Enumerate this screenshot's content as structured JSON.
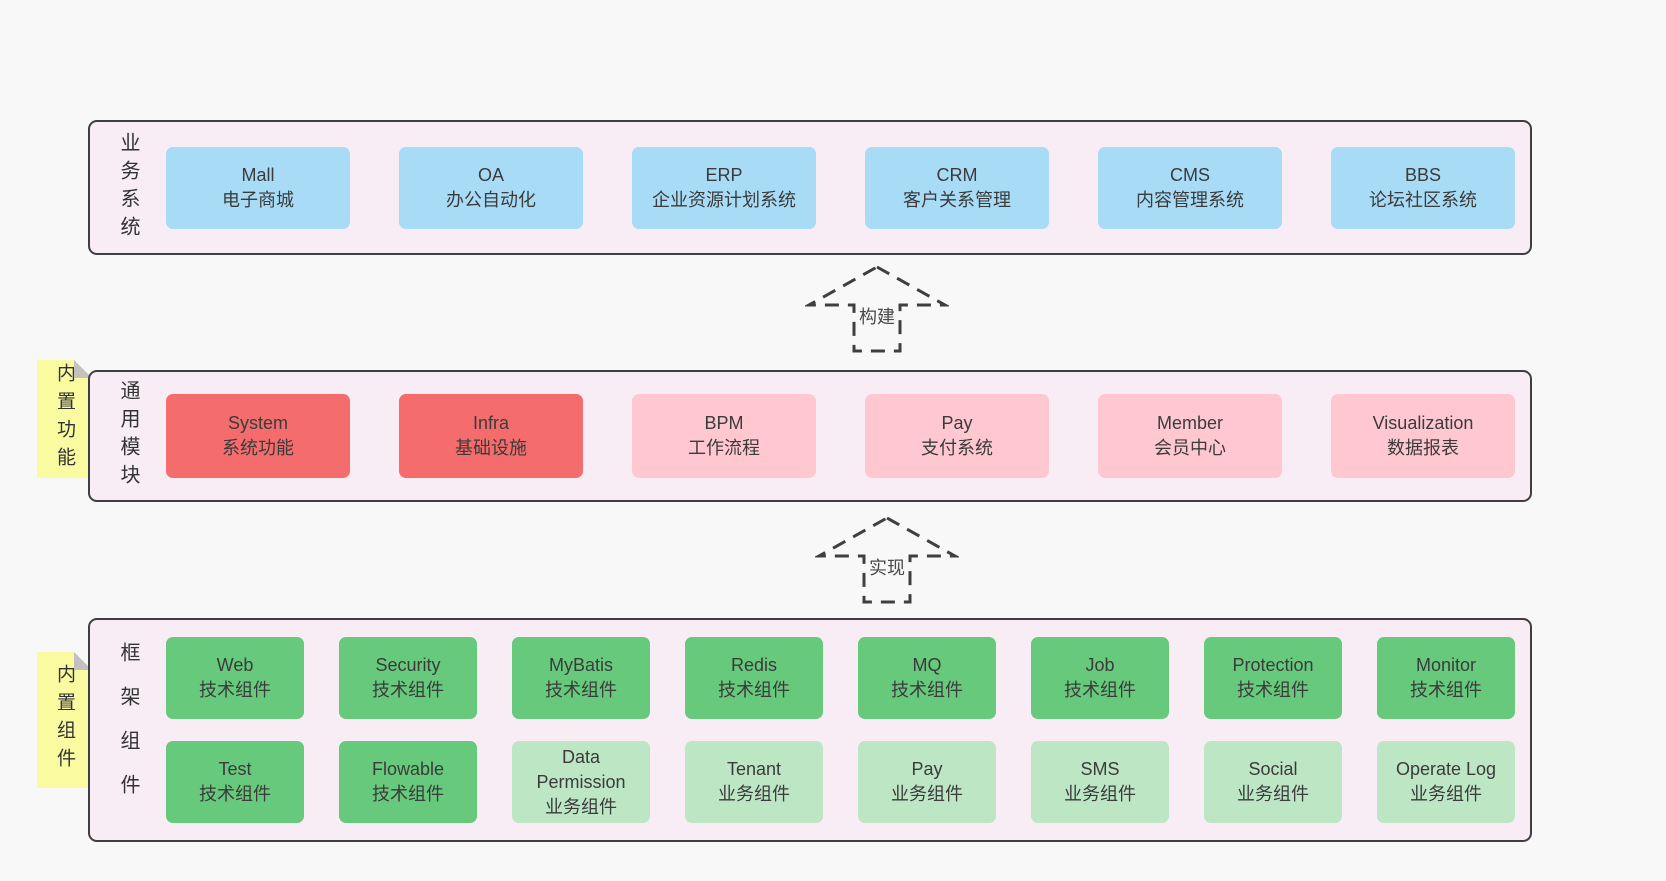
{
  "colors": {
    "page_bg": "#f8f8f8",
    "band_bg": "#f8edf5",
    "band_border": "#3f3f3f",
    "blue": "#a8dbf5",
    "red": "#f56c6c",
    "pink": "#ffc8d1",
    "green": "#66c97c",
    "green_light": "#bde6c5",
    "note_yellow": "#fafaa0",
    "note_fold_gray": "#c2c1c0",
    "text": "#3b3b3b"
  },
  "arrows": [
    {
      "label": "构建"
    },
    {
      "label": "实现"
    }
  ],
  "bands": [
    {
      "side_label": "业务系统",
      "note": null,
      "rows": [
        [
          {
            "name": "Mall",
            "desc": "电子商城",
            "variant": "blue"
          },
          {
            "name": "OA",
            "desc": "办公自动化",
            "variant": "blue"
          },
          {
            "name": "ERP",
            "desc": "企业资源计划系统",
            "variant": "blue"
          },
          {
            "name": "CRM",
            "desc": "客户关系管理",
            "variant": "blue"
          },
          {
            "name": "CMS",
            "desc": "内容管理系统",
            "variant": "blue"
          },
          {
            "name": "BBS",
            "desc": "论坛社区系统",
            "variant": "blue"
          }
        ]
      ]
    },
    {
      "side_label": "通用模块",
      "note": "内置功能",
      "rows": [
        [
          {
            "name": "System",
            "desc": "系统功能",
            "variant": "red"
          },
          {
            "name": "Infra",
            "desc": "基础设施",
            "variant": "red"
          },
          {
            "name": "BPM",
            "desc": "工作流程",
            "variant": "pink"
          },
          {
            "name": "Pay",
            "desc": "支付系统",
            "variant": "pink"
          },
          {
            "name": "Member",
            "desc": "会员中心",
            "variant": "pink"
          },
          {
            "name": "Visualization",
            "desc": "数据报表",
            "variant": "pink"
          }
        ]
      ]
    },
    {
      "side_label": "框架组件",
      "note": "内置组件",
      "rows": [
        [
          {
            "name": "Web",
            "desc": "技术组件",
            "variant": "green"
          },
          {
            "name": "Security",
            "desc": "技术组件",
            "variant": "green"
          },
          {
            "name": "MyBatis",
            "desc": "技术组件",
            "variant": "green"
          },
          {
            "name": "Redis",
            "desc": "技术组件",
            "variant": "green"
          },
          {
            "name": "MQ",
            "desc": "技术组件",
            "variant": "green"
          },
          {
            "name": "Job",
            "desc": "技术组件",
            "variant": "green"
          },
          {
            "name": "Protection",
            "desc": "技术组件",
            "variant": "green"
          },
          {
            "name": "Monitor",
            "desc": "技术组件",
            "variant": "green"
          }
        ],
        [
          {
            "name": "Test",
            "desc": "技术组件",
            "variant": "green"
          },
          {
            "name": "Flowable",
            "desc": "技术组件",
            "variant": "green"
          },
          {
            "name": "Data Permission",
            "desc": "业务组件",
            "variant": "green-light"
          },
          {
            "name": "Tenant",
            "desc": "业务组件",
            "variant": "green-light"
          },
          {
            "name": "Pay",
            "desc": "业务组件",
            "variant": "green-light"
          },
          {
            "name": "SMS",
            "desc": "业务组件",
            "variant": "green-light"
          },
          {
            "name": "Social",
            "desc": "业务组件",
            "variant": "green-light"
          },
          {
            "name": "Operate Log",
            "desc": "业务组件",
            "variant": "green-light"
          }
        ]
      ]
    }
  ]
}
